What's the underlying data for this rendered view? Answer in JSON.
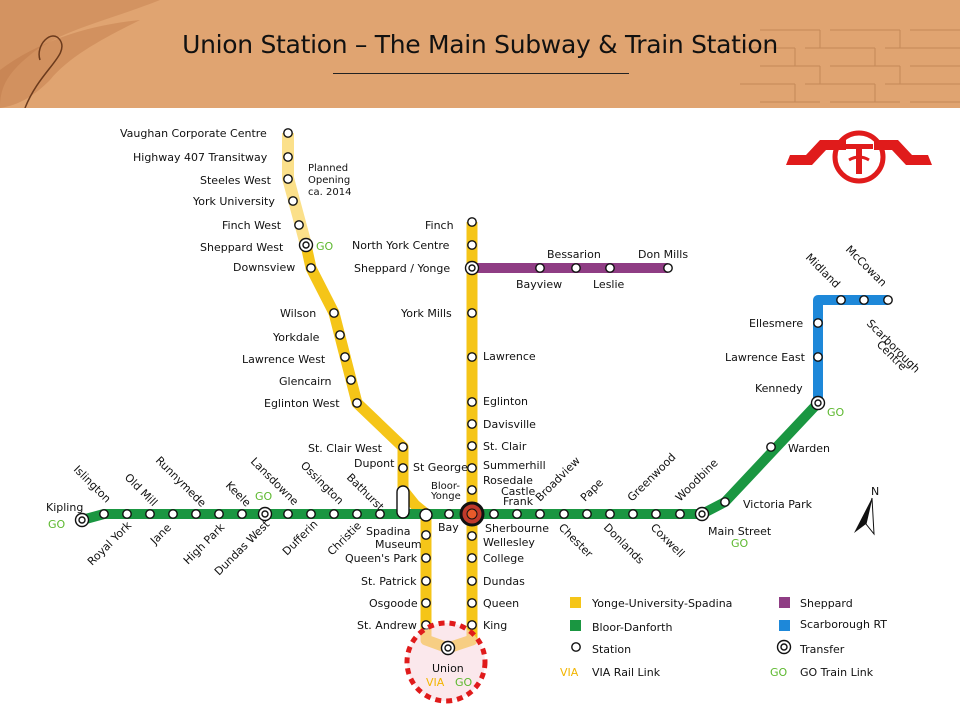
{
  "title": "Union Station – The Main Subway & Train Station",
  "colors": {
    "banner": "#e0a471",
    "yonge_university_spadina": "#f5c518",
    "bloor_danforth": "#1a9641",
    "sheppard": "#8f3d84",
    "scarborough_rt": "#1e88d9",
    "planned": "#fbe08a",
    "highlight_ring": "#e01b1b",
    "union_fill": "#f7d6dc"
  },
  "planned_note": "Planned\nOpening\nca. 2014",
  "stations": {
    "vaughan_corporate_centre": "Vaughan Corporate Centre",
    "highway_407": "Highway 407 Transitway",
    "steeles_west": "Steeles West",
    "york_university": "York University",
    "finch_west": "Finch West",
    "sheppard_west": "Sheppard West",
    "downsview": "Downsview",
    "wilson": "Wilson",
    "yorkdale": "Yorkdale",
    "lawrence_west": "Lawrence West",
    "glencairn": "Glencairn",
    "eglinton_west": "Eglinton West",
    "st_clair_west": "St. Clair West",
    "dupont": "Dupont",
    "st_george": "St George",
    "spadina": "Spadina",
    "museum": "Museum",
    "queens_park": "Queen's Park",
    "st_patrick": "St. Patrick",
    "osgoode": "Osgoode",
    "st_andrew": "St. Andrew",
    "union": "Union",
    "finch": "Finch",
    "north_york_centre": "North York Centre",
    "sheppard_yonge": "Sheppard / Yonge",
    "york_mills": "York Mills",
    "lawrence": "Lawrence",
    "eglinton": "Eglinton",
    "davisville": "Davisville",
    "st_clair": "St. Clair",
    "summerhill": "Summerhill",
    "rosedale": "Rosedale",
    "bloor_yonge": "Bloor-\nYonge",
    "bay": "Bay",
    "sherbourne": "Sherbourne",
    "wellesley": "Wellesley",
    "college": "College",
    "dundas": "Dundas",
    "queen": "Queen",
    "king": "King",
    "bayview": "Bayview",
    "bessarion": "Bessarion",
    "leslie": "Leslie",
    "don_mills": "Don Mills",
    "kipling": "Kipling",
    "islington": "Islington",
    "royal_york": "Royal York",
    "old_mill": "Old Mill",
    "jane": "Jane",
    "runnymede": "Runnymede",
    "high_park": "High Park",
    "keele": "Keele",
    "dundas_west": "Dundas West",
    "lansdowne": "Lansdowne",
    "dufferin": "Dufferin",
    "ossington": "Ossington",
    "christie": "Christie",
    "bathurst": "Bathurst",
    "castle_frank": "Castle\nFrank",
    "broadview": "Broadview",
    "chester": "Chester",
    "pape": "Pape",
    "donlands": "Donlands",
    "greenwood": "Greenwood",
    "coxwell": "Coxwell",
    "woodbine": "Woodbine",
    "main_street": "Main Street",
    "victoria_park": "Victoria Park",
    "warden": "Warden",
    "kennedy": "Kennedy",
    "lawrence_east": "Lawrence East",
    "ellesmere": "Ellesmere",
    "midland": "Midland",
    "mccowan": "McCowan",
    "scarborough_centre": "Scarborough\nCentre"
  },
  "tags": {
    "go": "GO",
    "via": "VIA"
  },
  "north": "N",
  "legend": {
    "yonge_university_spadina": "Yonge-University-Spadina",
    "bloor_danforth": "Bloor-Danforth",
    "station": "Station",
    "via_rail_link": "VIA Rail Link",
    "sheppard": "Sheppard",
    "scarborough_rt": "Scarborough RT",
    "transfer": "Transfer",
    "go_train_link": "GO Train Link",
    "via_tag": "VIA",
    "go_tag": "GO"
  }
}
